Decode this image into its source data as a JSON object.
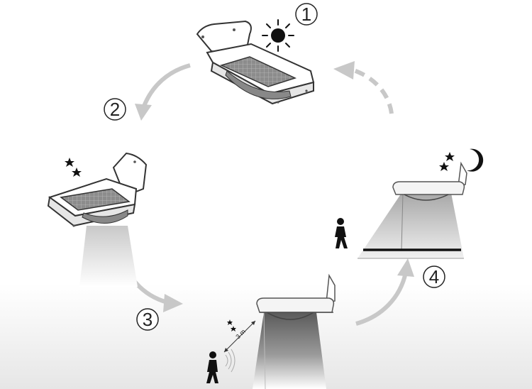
{
  "steps": [
    {
      "number": "1"
    },
    {
      "number": "2"
    },
    {
      "number": "3"
    },
    {
      "number": "4"
    }
  ],
  "distance_label": "3 m",
  "icons": [
    "sun-icon",
    "moon-icon",
    "star-icon",
    "person-icon",
    "solar-light-icon",
    "arrow-icon"
  ],
  "colors": {
    "arrow": "#c8c8c8",
    "outline": "#333333",
    "panel": "#9a9a9a"
  }
}
